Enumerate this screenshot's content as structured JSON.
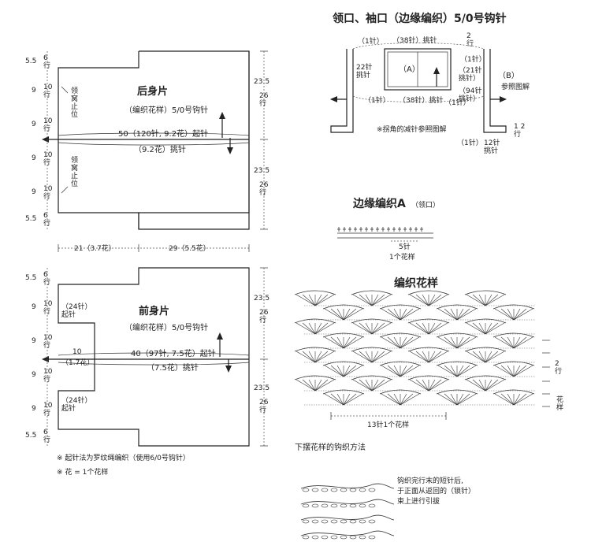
{
  "back": {
    "title": "后身片",
    "subtitle": "（编织花样）5/0号钩针",
    "chain": "50（120针, 9.2花）起针",
    "pick": "（9.2花）挑针",
    "left_dims": [
      "5.5",
      "9",
      "9",
      "9",
      "9",
      "5.5"
    ],
    "left_rows": [
      "6\n行",
      "10\n行",
      "10\n行",
      "10\n行",
      "10\n行",
      "6\n行"
    ],
    "neck_stop_1": "领\n窝\n止\n位",
    "neck_stop_2": "领\n窝\n止\n位",
    "right_dims": [
      "23.5",
      "23.5"
    ],
    "right_rows": [
      "26\n行",
      "26\n行"
    ],
    "bottom_left": "21（3.7花）",
    "bottom_right": "29（5.5花）"
  },
  "front": {
    "title": "前身片",
    "subtitle": "（编织花样）5/0号钩针",
    "chain": "40（97针, 7.5花）起针",
    "pick": "（7.5花）挑针",
    "left_dims": [
      "5.5",
      "9",
      "9",
      "9",
      "9",
      "5.5"
    ],
    "left_rows": [
      "6\n行",
      "10\n行",
      "10\n行",
      "10\n行",
      "10\n行",
      "6\n行"
    ],
    "stitch_top": "（24针）\n起针",
    "stitch_bottom": "（24针）\n起针",
    "side_width": "10",
    "side_width_motif": "（1.7花）",
    "right_dims": [
      "23.5",
      "23.5"
    ],
    "right_rows": [
      "26\n行",
      "26\n行"
    ]
  },
  "notes": [
    "※ 起针法为罗纹绳编织（使用6/0号钩针）",
    "※ 花 = 1个花样"
  ],
  "neckline": {
    "title": "领口、袖口（边缘编织）5/0号钩针",
    "st38_top": "（38针）挑针",
    "st1_tl": "（1针）",
    "rows2": "2\n行",
    "st1_tr": "（1针）",
    "st22": "22针\n挑针",
    "A": "（A）",
    "st21": "（21针\n挑针）",
    "B": "（B）",
    "ref": "参照图解",
    "st94": "（94针\n挑针）",
    "st1_ml": "（1针）",
    "st38_bottom": "（38针）挑针",
    "st1_mr": "（1针）",
    "corner_note": "※拐角的减针参照图解",
    "st1_br": "（1针）",
    "st12": "12针\n挑针",
    "rows2b": "1 2\n行"
  },
  "edge": {
    "title": "边缘编织A",
    "title_sub": "（领口）",
    "count": "5针",
    "repeat": "1个花样"
  },
  "pattern": {
    "title": "编织花样",
    "repeat": "13针1个花样",
    "rows": "2\n行",
    "label_hua": "花\n样"
  },
  "hem": {
    "title": "下摆花样的钩织方法",
    "note_1": "钩织完行末的短针后,",
    "note_2": "于正面从返回的（锁针）",
    "note_3": "束上进行引拔"
  }
}
